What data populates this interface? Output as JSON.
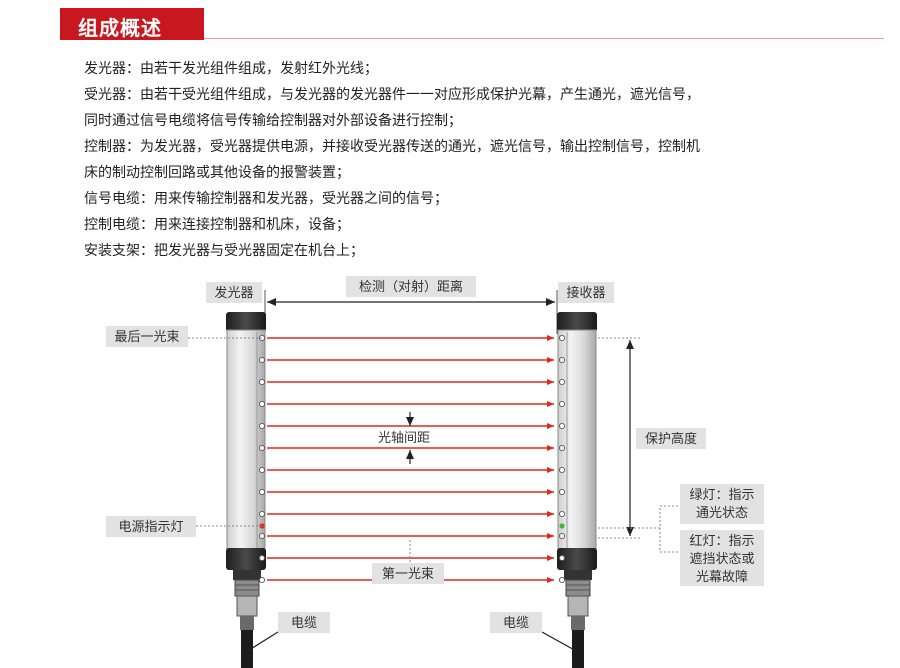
{
  "header": {
    "title": "组成概述"
  },
  "description": [
    "发光器：由若干发光组件组成，发射红外光线；",
    "受光器：由若干受光组件组成，与发光器的发光器件一一对应形成保护光幕，产生通光，遮光信号，",
    "同时通过信号电缆将信号传输给控制器对外部设备进行控制；",
    "控制器：为发光器，受光器提供电源，并接收受光器传送的通光，遮光信号，输出控制信号，控制机",
    "床的制动控制回路或其他设备的报警装置；",
    "信号电缆：用来传输控制器和发光器，受光器之间的信号；",
    "控制电缆：用来连接控制器和机床，设备；",
    "安装支架：把发光器与受光器固定在机台上；"
  ],
  "diagram": {
    "emitter_label": "发光器",
    "receiver_label": "接收器",
    "distance_label": "检测（对射）距离",
    "last_beam_label": "最后一光束",
    "beam_spacing_label": "光轴间距",
    "protect_height_label": "保护高度",
    "power_indicator_label": "电源指示灯",
    "first_beam_label": "第一光束",
    "green_light_label": [
      "绿灯：指示",
      "通光状态"
    ],
    "red_light_label": [
      "红灯：指示",
      "遮挡状态或",
      "光幕故障"
    ],
    "cable_label_left": "电缆",
    "cable_label_right": "电缆",
    "beam_count": 12,
    "beam_color": "#e0281f",
    "green_color": "#3fb43f",
    "red_color": "#e0281f"
  }
}
